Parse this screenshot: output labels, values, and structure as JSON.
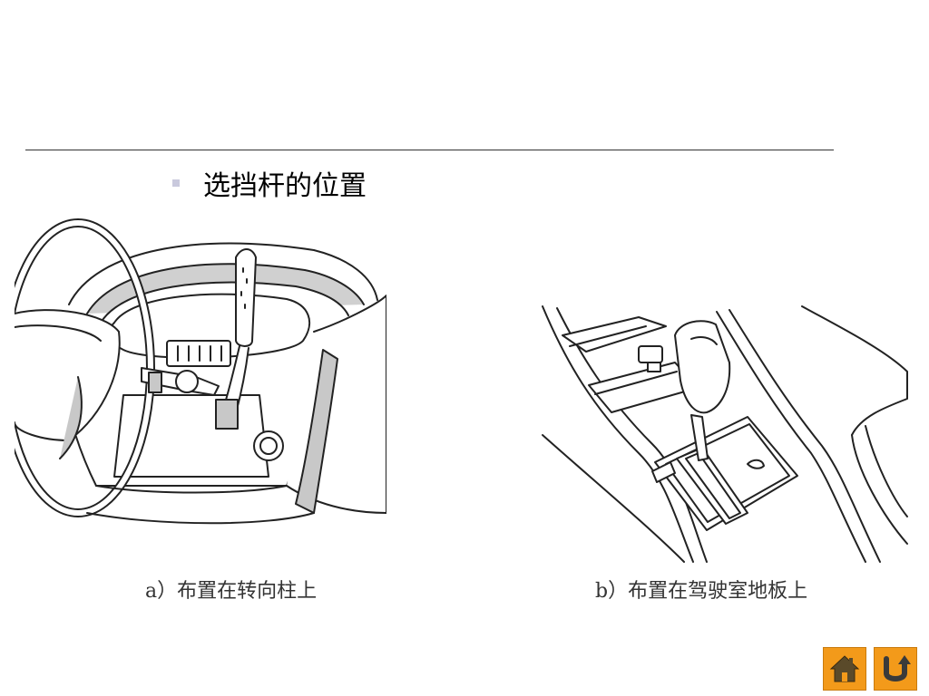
{
  "slide": {
    "title": "选挡杆的位置"
  },
  "figures": [
    {
      "caption": "a）布置在转向柱上"
    },
    {
      "caption": "b）布置在驾驶室地板上"
    }
  ],
  "nav": {
    "home_icon": "home-icon",
    "back_icon": "return-arrow-icon",
    "button_color": "#f39a1a"
  }
}
